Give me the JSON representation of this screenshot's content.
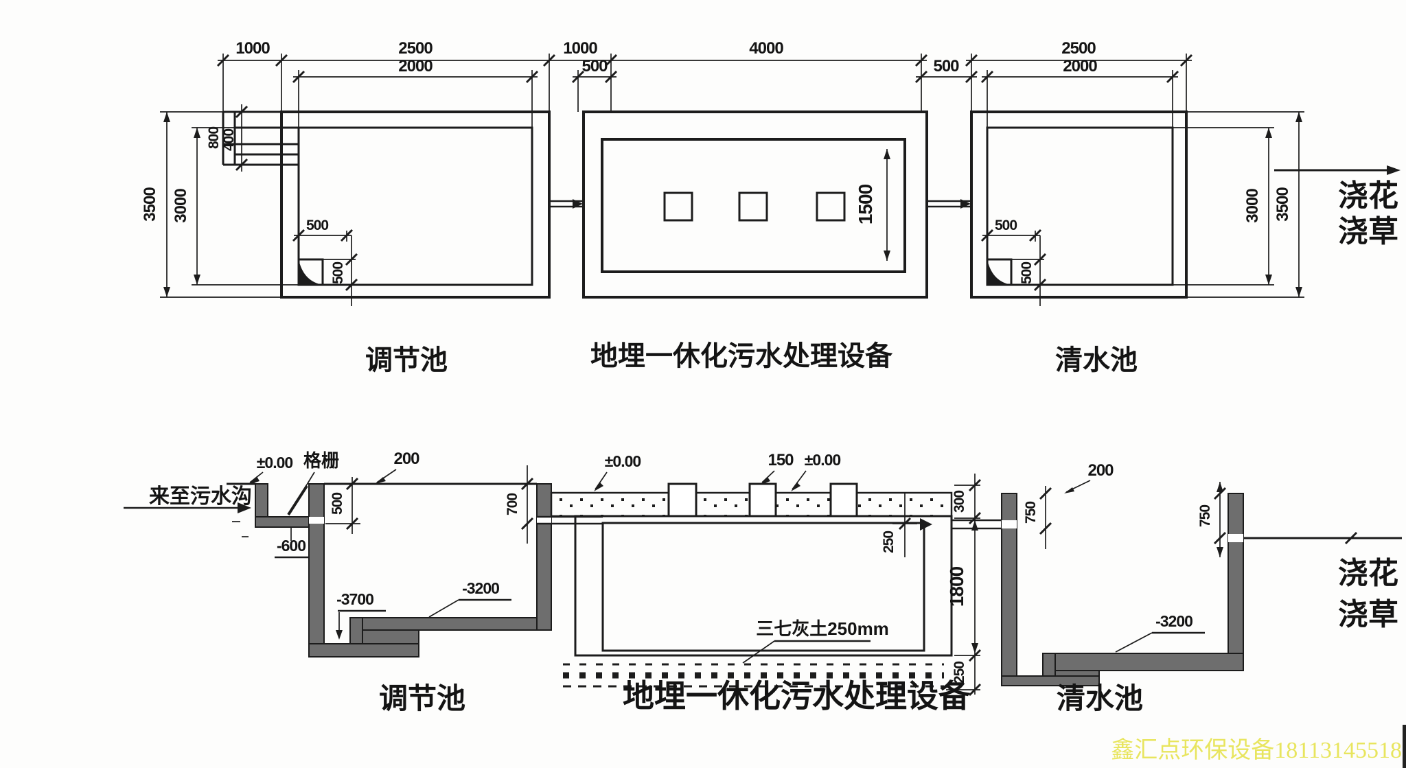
{
  "drawing": {
    "background": "#fdfdfc",
    "colors": {
      "line": "#1c1c1c",
      "wall_fill": "#6e6e6e",
      "watermark": "#e8e55e"
    },
    "watermark": "鑫汇点环保设备18113145518",
    "plan": {
      "tanks": {
        "left": "调节池",
        "middle": "地埋一休化污水处理设备",
        "right": "清水池"
      },
      "top_dims": {
        "inlet_length": "1000",
        "left_outer_width": "2500",
        "left_inner_width": "2000",
        "gap": "1000",
        "wall_left": "500",
        "middle_width": "4000",
        "wall_right": "500",
        "right_outer_width": "2500",
        "right_inner_width": "2000"
      },
      "left_dims": {
        "outer_height": "3500",
        "inner_height": "3000",
        "inlet_outer": "800",
        "inlet_inner": "400"
      },
      "right_dims": {
        "inner_height": "3000",
        "outer_height": "3500"
      },
      "left_sump": {
        "width": "500",
        "depth": "500"
      },
      "right_sump": {
        "width": "500",
        "depth": "500"
      },
      "equipment_inner_height": "1500",
      "outflow_note": {
        "line1": "浇花",
        "line2": "浇草"
      }
    },
    "section": {
      "tanks": {
        "left": "调节池",
        "middle": "地埋一休化污水处理设备",
        "right": "清水池"
      },
      "inlet_note": "来至污水沟",
      "screen": "格栅",
      "levels": {
        "ground_left": "±0.00",
        "ground_middle": "±0.00",
        "ground_middle2": "±0.00",
        "channel_bottom": "-600",
        "sump": "-3700",
        "floor_left": "-3200",
        "floor_right": "-3200"
      },
      "dims": {
        "wall_left": "200",
        "wall_right": "200",
        "inlet_depth": "500",
        "pipe_depth": "700",
        "riser": "150",
        "slab": "300",
        "pipe_drop": "250",
        "tank_height": "1800",
        "cushion": "250",
        "outlet_left": "750",
        "outlet_right": "750"
      },
      "cushion_note": "三七灰土250mm",
      "outflow_note": {
        "line1": "浇花",
        "line2": "浇草"
      }
    }
  }
}
